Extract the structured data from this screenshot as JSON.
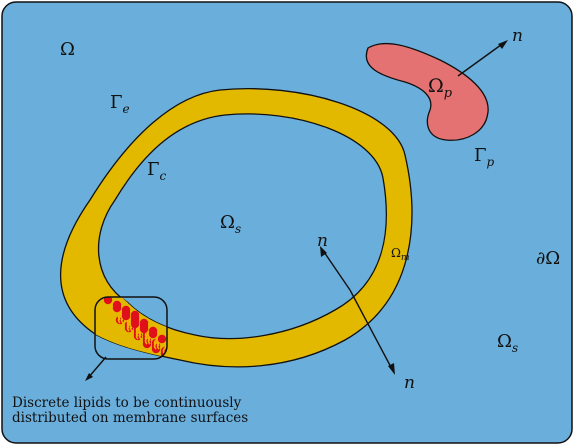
{
  "labels": {
    "omega": "Ω",
    "omega_p": "Ωp",
    "gamma_e": "Γe",
    "gamma_c": "Γc",
    "gamma_p": "Γp",
    "omega_s_inner": "Ωs",
    "omega_s_outer": "Ωs",
    "omega_m": "Ωm",
    "boundary": "∂Ω",
    "normal_particle": "n",
    "normal_cell_top": "n",
    "normal_cell_bottom": "n"
  },
  "caption": {
    "line1": "Discrete lipids to be continuously",
    "line2": "distributed on membrane surfaces"
  },
  "colors": {
    "domain": "#6aaedb",
    "membrane": "#e3b900",
    "particle": "#e47272",
    "lipid_head": "#e0101a",
    "lipid_tail": "#f2b400",
    "outline": "#111111"
  }
}
